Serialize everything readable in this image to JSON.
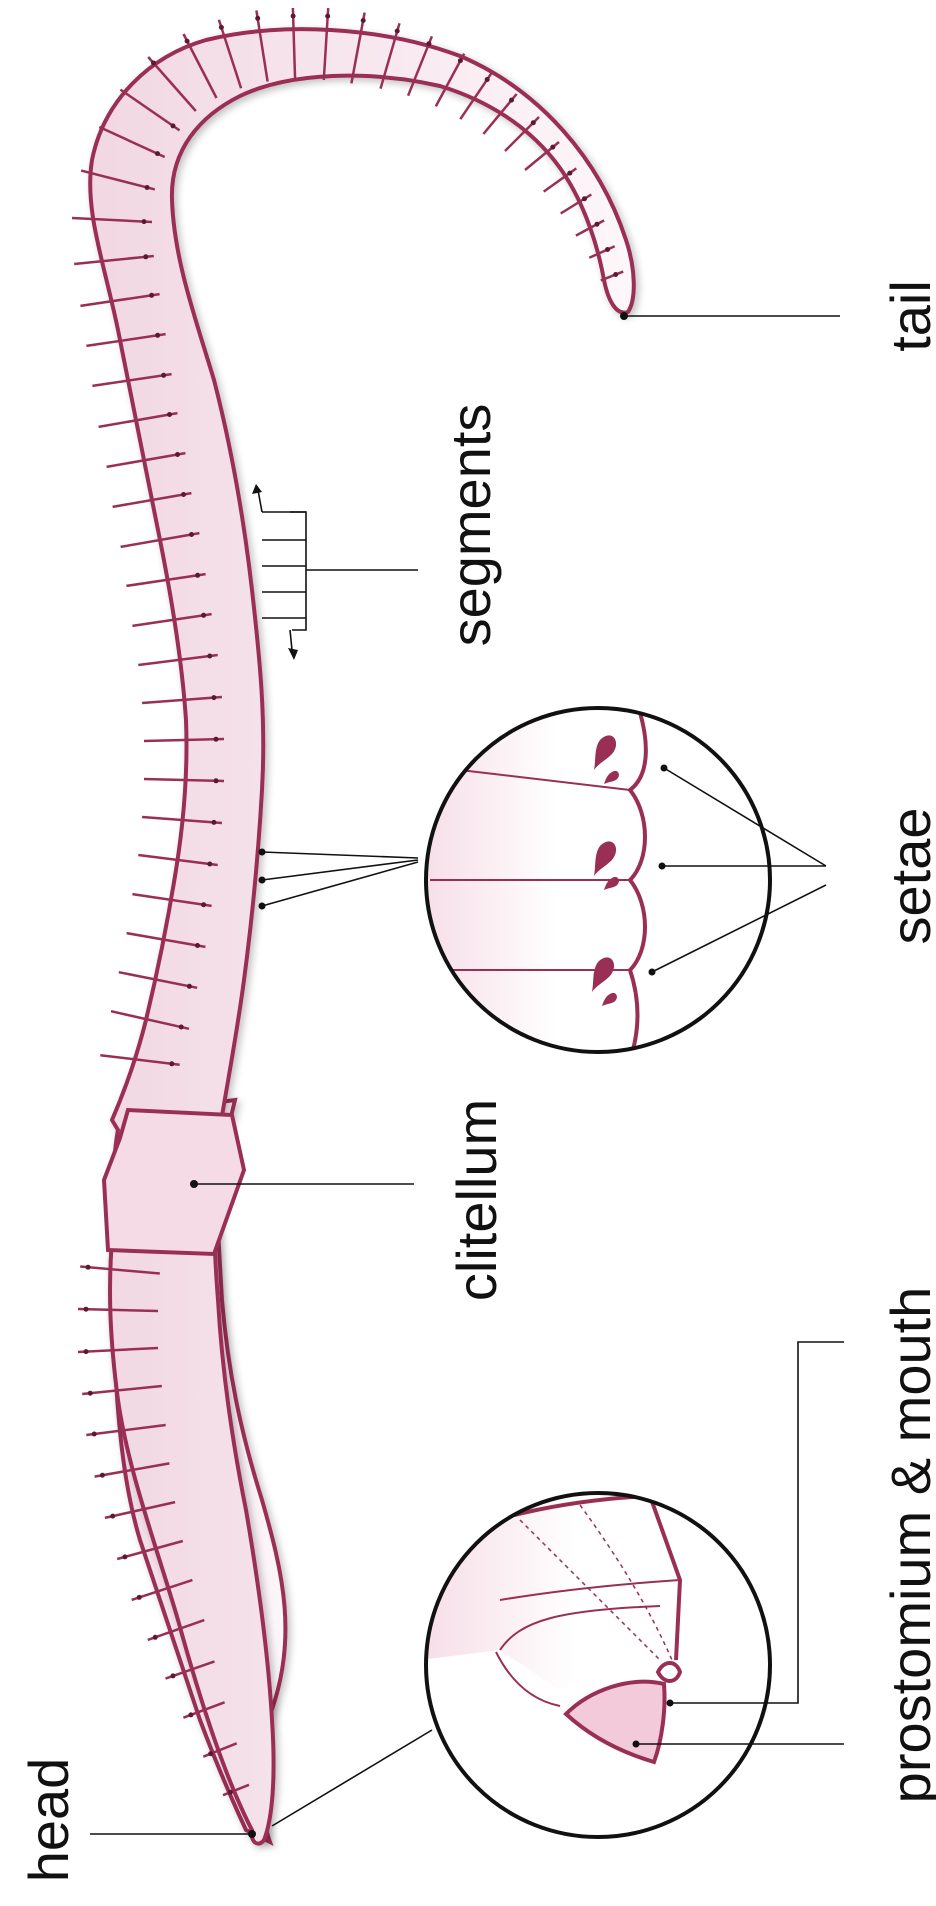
{
  "labels": {
    "head": "head",
    "tail": "tail",
    "segments": "segments",
    "setae": "setae",
    "clitellum": "clitellum",
    "prostomium_mouth": "prostomium & mouth"
  },
  "colors": {
    "outline": "#9a2f55",
    "body_light": "#fbf1f5",
    "body_dark": "#f1d7e2",
    "clitellum_fill": "#f4dbe5",
    "prostomium_fill": "#f2cad9",
    "ink": "#111111"
  }
}
